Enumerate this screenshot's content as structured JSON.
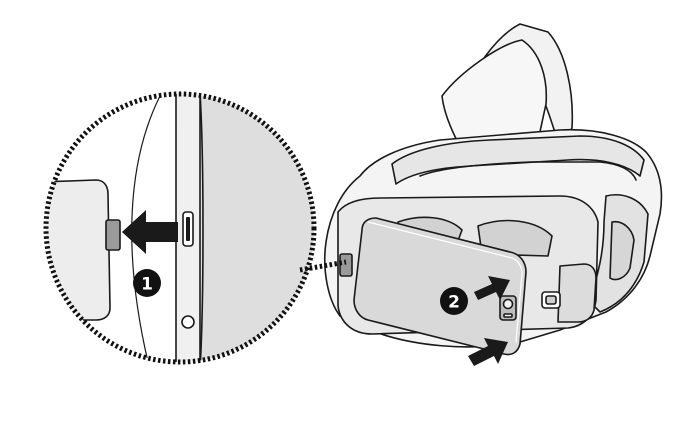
{
  "figure": {
    "steps": [
      {
        "number": "1",
        "action": "attach-connector-arrow"
      },
      {
        "number": "2",
        "action": "press-phone-into-tray-arrows"
      }
    ],
    "colors": {
      "line": "#1a1a1a",
      "fill_light": "#f2f2f2",
      "fill_mid": "#e0e0e0",
      "fill_dark": "#bcbcbc",
      "badge": "#111111",
      "badge_text": "#ffffff"
    },
    "icons": [
      "magnifier-dotted-circle",
      "arrow-icon",
      "step-badge"
    ]
  }
}
